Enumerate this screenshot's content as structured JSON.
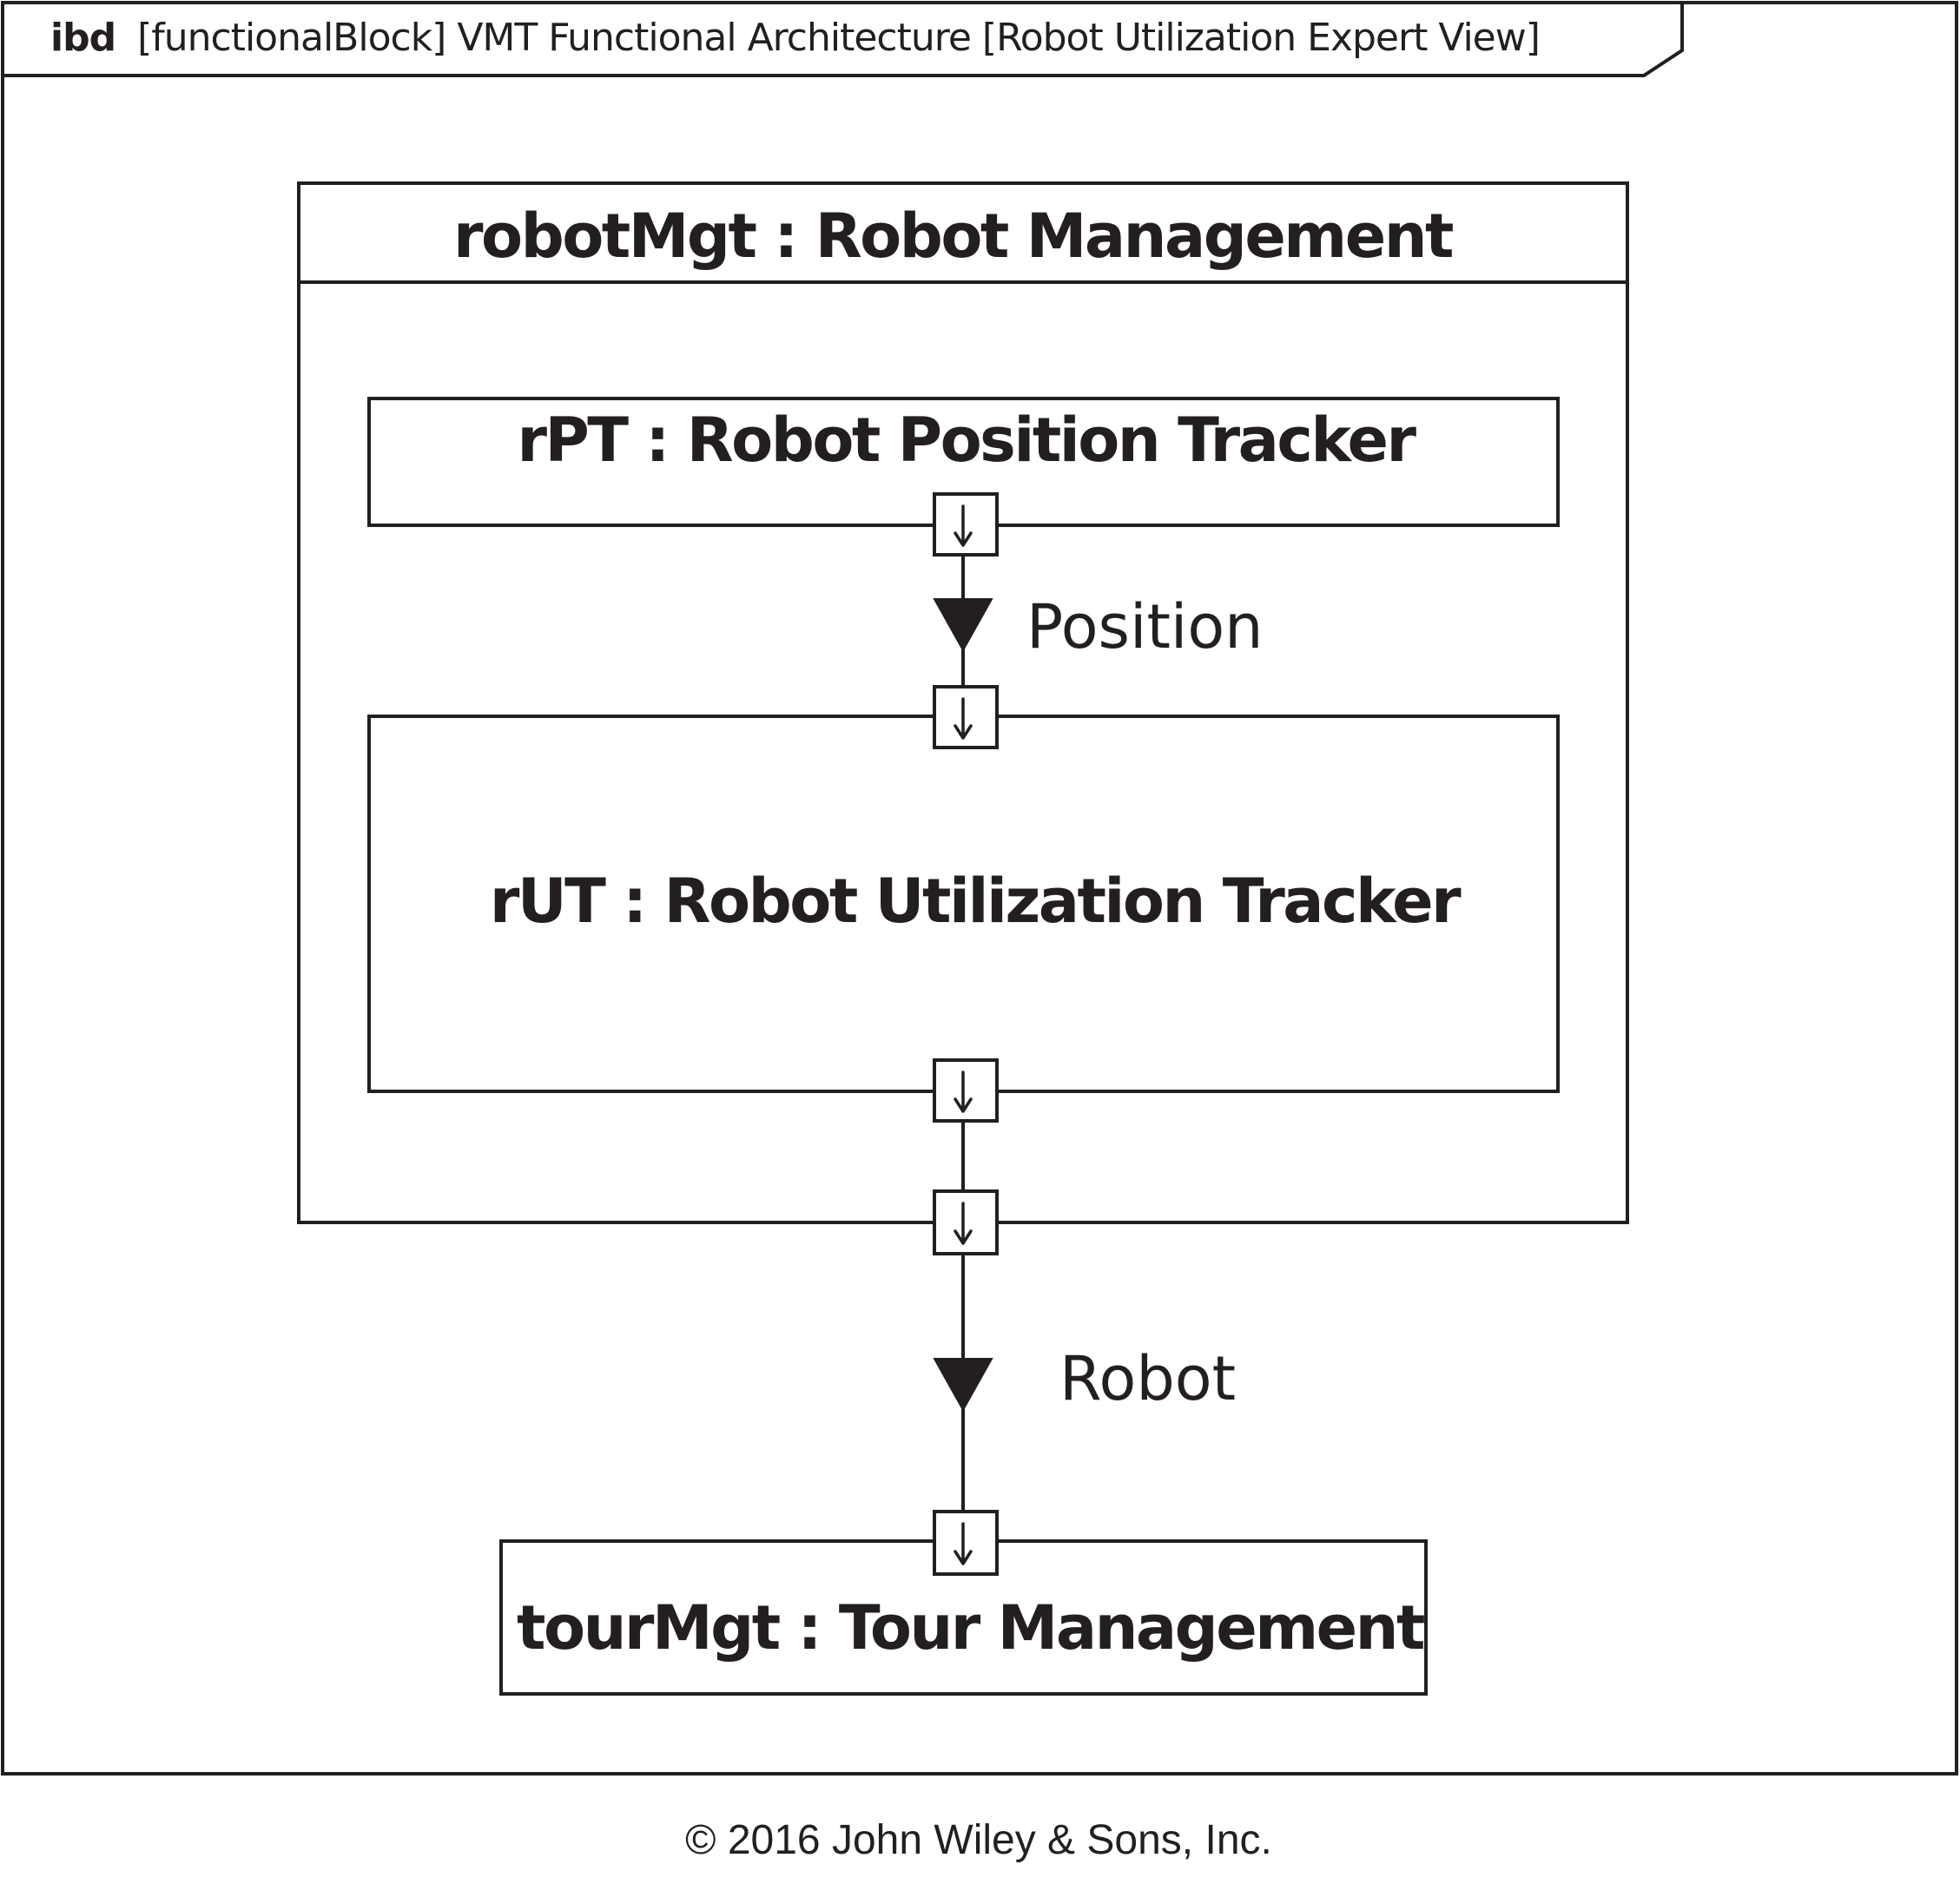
{
  "frame": {
    "keyword": "ibd",
    "title": "[functionalBlock] VMT Functional Architecture [Robot Utilization Expert View]"
  },
  "blocks": {
    "robot_mgt": "robotMgt : Robot Management",
    "rpt": "rPT : Robot Position Tracker",
    "rut": "rUT : Robot Utilization Tracker",
    "tour_mgt": "tourMgt : Tour Management"
  },
  "flows": {
    "position": "Position",
    "robot": "Robot"
  },
  "footer": {
    "copyright": "© 2016 John Wiley & Sons, Inc."
  }
}
